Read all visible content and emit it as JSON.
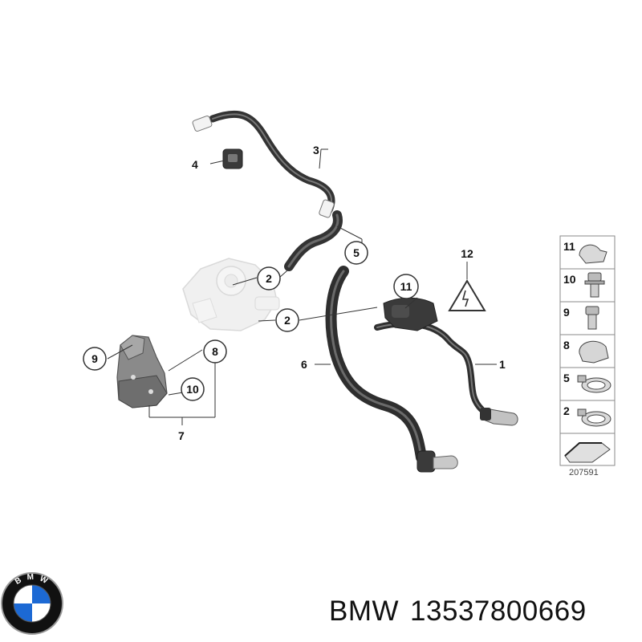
{
  "callouts": {
    "c1": "1",
    "c2a": "2",
    "c2b": "2",
    "c3": "3",
    "c4": "4",
    "c5": "5",
    "c6": "6",
    "c7": "7",
    "c8": "8",
    "c9": "9",
    "c10": "10",
    "c11": "11",
    "c12": "12"
  },
  "legend": {
    "items": [
      {
        "number": "11",
        "icon": "clip-icon"
      },
      {
        "number": "10",
        "icon": "flange-bolt-icon"
      },
      {
        "number": "9",
        "icon": "bolt-icon"
      },
      {
        "number": "8",
        "icon": "hose-clip-icon"
      },
      {
        "number": "5",
        "icon": "hose-clamp-icon"
      },
      {
        "number": "2",
        "icon": "hose-clamp-icon"
      },
      {
        "number": "",
        "icon": "hose-segment-icon"
      }
    ]
  },
  "diagram_number": "207591",
  "footer": {
    "brand": "BMW",
    "part_number": "13537800669"
  },
  "logo": {
    "text": "B M W",
    "colors": {
      "blue": "#1c69d4",
      "white": "#ffffff",
      "black": "#111111"
    }
  }
}
